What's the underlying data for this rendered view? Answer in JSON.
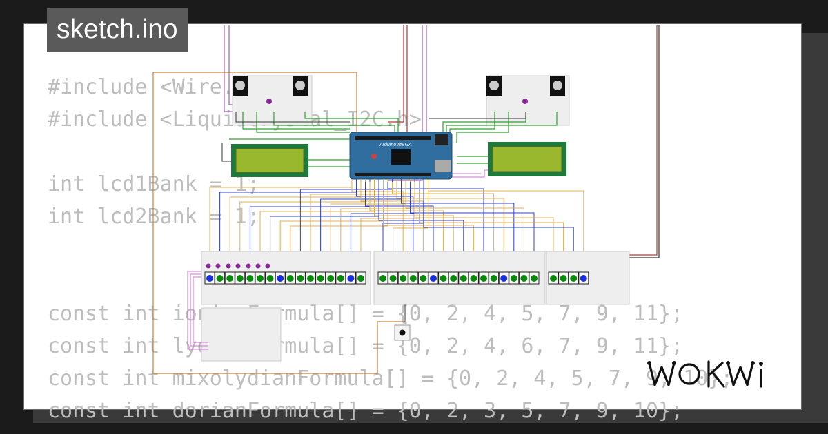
{
  "file_tab": {
    "label": "sketch.ino"
  },
  "code_lines": [
    "#include <Wire.h>",
    "#include <LiquidCrystal_I2C.h>",
    "",
    "int lcd1Bank = 1;",
    "int lcd2Bank = 1;",
    "",
    "",
    "const int ionianFormula[] = {0, 2, 4, 5, 7, 9, 11};",
    "const int lydianFormula[] = {0, 2, 4, 6, 7, 9, 11};",
    "const int mixolydianFormula[] = {0, 2, 4, 5, 7, 9, 10};",
    "const int dorianFormula[] = {0, 2, 3, 5, 7, 9, 10};"
  ],
  "board": {
    "label": "Arduino MEGA"
  },
  "brand": {
    "name": "WOKWi"
  },
  "colors": {
    "background": "#1b1b1b",
    "card": "#ffffff",
    "tab": "#5a5a5a",
    "code_text": "#bdbdbd",
    "board": "#2f6e9e",
    "lcd_screen": "#9ab82e",
    "led_green": "#0a8a0a",
    "led_blue": "#1a2fe0",
    "wire_purple": "#a060c0",
    "wire_red": "#c03030",
    "wire_blue": "#3040d0",
    "wire_orange": "#e0b050",
    "wire_green": "#30a030"
  }
}
